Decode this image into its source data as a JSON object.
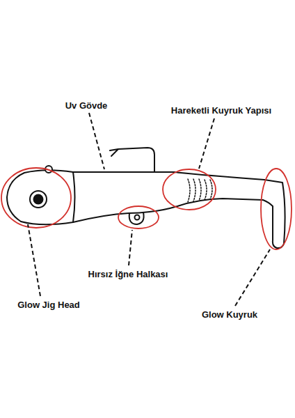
{
  "diagram": {
    "labels": [
      "Uv Gövde",
      "Hareketli Kuyruk Yapısı",
      "Hırsız İğne Halkası",
      "Glow Jig Head",
      "Glow Kuyruk"
    ]
  }
}
